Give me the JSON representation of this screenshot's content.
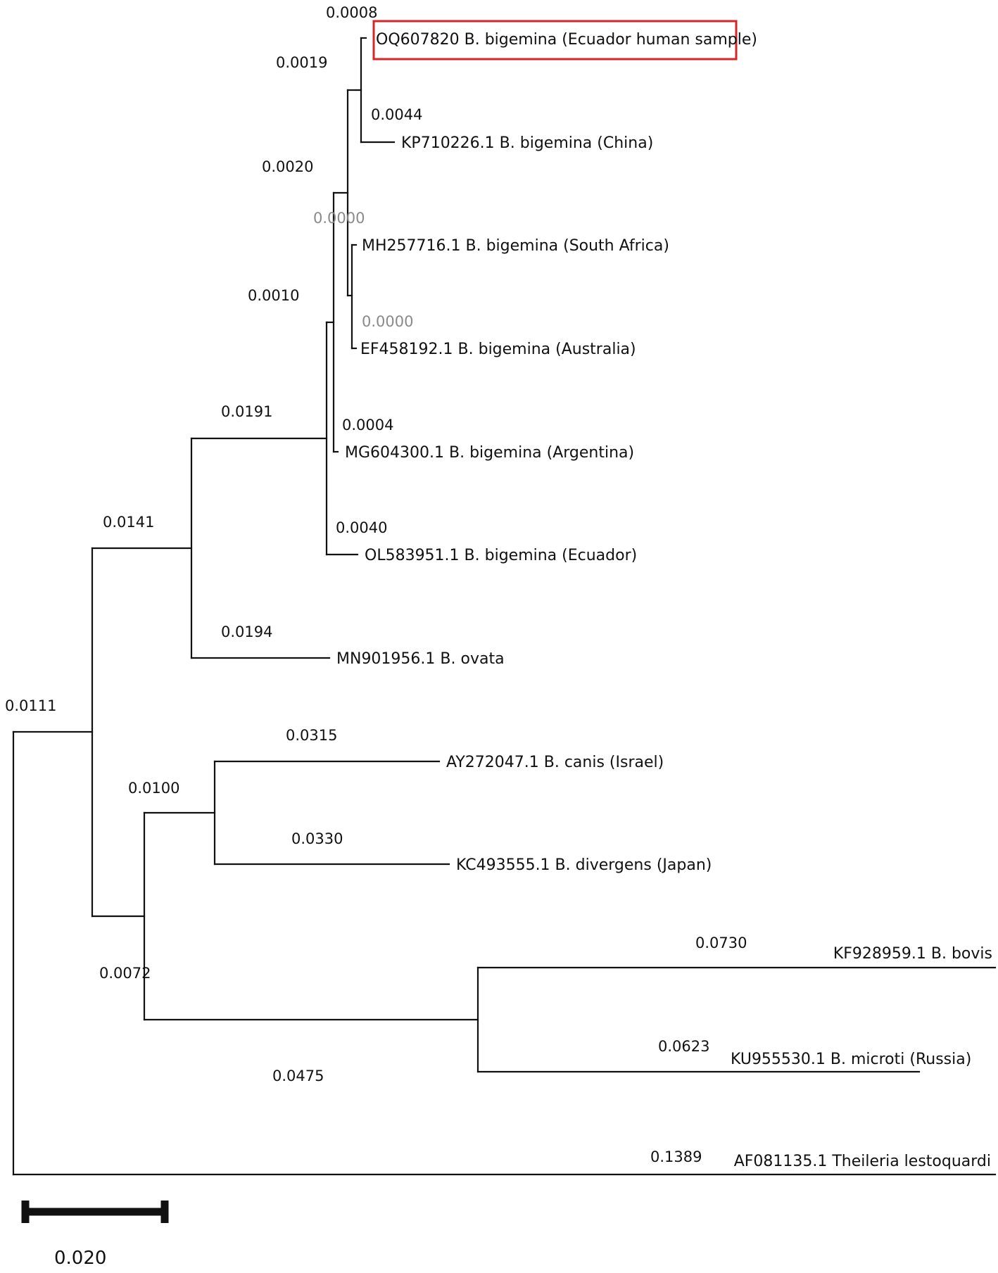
{
  "tree": {
    "leaves": [
      {
        "id": "oq607820",
        "label": "OQ607820 B. bigemina (Ecuador human sample)",
        "highlighted": true
      },
      {
        "id": "kp710226",
        "label": "KP710226.1 B. bigemina (China)"
      },
      {
        "id": "mh257716",
        "label": "MH257716.1 B. bigemina (South Africa)"
      },
      {
        "id": "ef458192",
        "label": "EF458192.1 B. bigemina (Australia)"
      },
      {
        "id": "mg604300",
        "label": "MG604300.1 B. bigemina (Argentina)"
      },
      {
        "id": "ol583951",
        "label": "OL583951.1 B. bigemina (Ecuador)"
      },
      {
        "id": "mn901956",
        "label": "MN901956.1 B. ovata"
      },
      {
        "id": "ay272047",
        "label": "AY272047.1 B. canis (Israel)"
      },
      {
        "id": "kc493555",
        "label": "KC493555.1 B. divergens (Japan)"
      },
      {
        "id": "kf928959",
        "label": "KF928959.1 B. bovis"
      },
      {
        "id": "ku955530",
        "label": "KU955530.1 B. microti (Russia)"
      },
      {
        "id": "af081135",
        "label": "AF081135.1 Theileria lestoquardi"
      }
    ],
    "branch_lengths": [
      {
        "id": "bl-oq607820",
        "value": "0.0008"
      },
      {
        "id": "bl-oq-kp-clade",
        "value": "0.0019"
      },
      {
        "id": "bl-kp710226",
        "value": "0.0044"
      },
      {
        "id": "bl-inner-clade",
        "value": "0.0020"
      },
      {
        "id": "bl-mh257716",
        "value": "0.0000",
        "muted": true
      },
      {
        "id": "bl-mid-clade",
        "value": "0.0010"
      },
      {
        "id": "bl-ef458192",
        "value": "0.0000",
        "muted": true
      },
      {
        "id": "bl-bigemina-clade",
        "value": "0.0191"
      },
      {
        "id": "bl-mg604300",
        "value": "0.0004"
      },
      {
        "id": "bl-bigemina-ovata-clade",
        "value": "0.0141"
      },
      {
        "id": "bl-ol583951",
        "value": "0.0040"
      },
      {
        "id": "bl-mn901956",
        "value": "0.0194"
      },
      {
        "id": "bl-babesia-clade",
        "value": "0.0111"
      },
      {
        "id": "bl-ay272047",
        "value": "0.0315"
      },
      {
        "id": "bl-canis-divergens-clade",
        "value": "0.0100"
      },
      {
        "id": "bl-kc493555",
        "value": "0.0330"
      },
      {
        "id": "bl-kf928959",
        "value": "0.0730"
      },
      {
        "id": "bl-lower-clade",
        "value": "0.0072"
      },
      {
        "id": "bl-ku955530",
        "value": "0.0623"
      },
      {
        "id": "bl-bovis-microti-clade",
        "value": "0.0475"
      },
      {
        "id": "bl-af081135",
        "value": "0.1389"
      }
    ],
    "scale_bar": {
      "value": "0.020"
    },
    "highlight_color": "#d62728"
  }
}
